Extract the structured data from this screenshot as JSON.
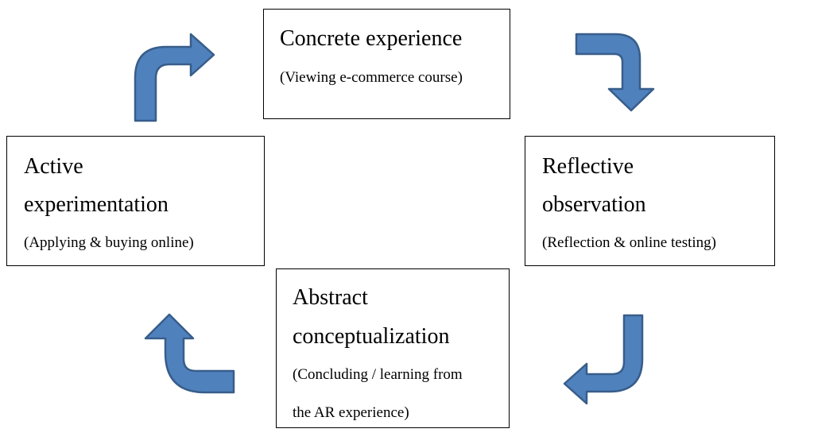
{
  "colors": {
    "arrow_fill": "#4F81BD",
    "arrow_stroke": "#385D8A",
    "box_border": "#000000",
    "text": "#000000"
  },
  "nodes": {
    "concrete": {
      "title_line1": "Concrete experience",
      "sub_line1": "(Viewing e-commerce course)"
    },
    "reflective": {
      "title_line1": "Reflective",
      "title_line2": "observation",
      "sub_line1": "(Reflection & online testing)"
    },
    "abstract": {
      "title_line1": "Abstract",
      "title_line2": "conceptualization",
      "sub_line1": "(Concluding / learning from",
      "sub_line2": "the AR experience)"
    },
    "active": {
      "title_line1": "Active",
      "title_line2": "experimentation",
      "sub_line1": "(Applying & buying online)"
    }
  },
  "arrows": [
    {
      "name": "arrow-concrete-to-reflective",
      "icon": "bent-arrow-right-down-icon"
    },
    {
      "name": "arrow-reflective-to-abstract",
      "icon": "bent-arrow-down-left-icon"
    },
    {
      "name": "arrow-abstract-to-active",
      "icon": "bent-arrow-left-up-icon"
    },
    {
      "name": "arrow-active-to-concrete",
      "icon": "bent-arrow-up-right-icon"
    }
  ]
}
